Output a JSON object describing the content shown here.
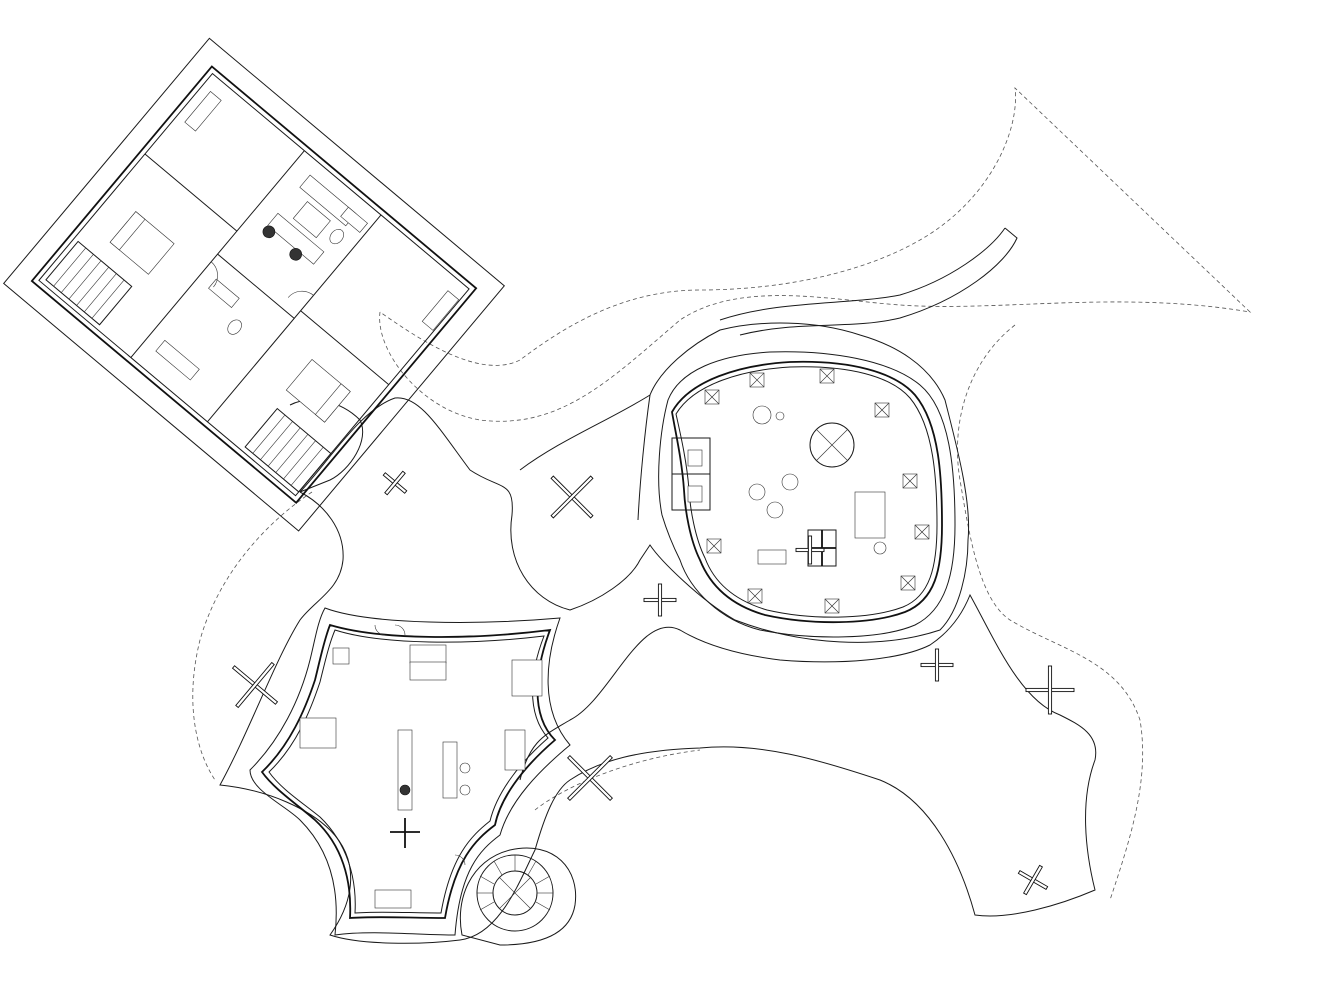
{
  "drawing": {
    "background": "#ffffff",
    "line_color": "#1a1a1a",
    "boundary_style": "dashed",
    "structures": [
      {
        "id": "residence",
        "shape": "rotated-rectangle"
      },
      {
        "id": "pavilion-east",
        "shape": "organic-oval"
      },
      {
        "id": "pavilion-south",
        "shape": "concave-star"
      },
      {
        "id": "spiral-stair",
        "shape": "circle"
      }
    ],
    "columns": [
      {
        "id": "column-1"
      },
      {
        "id": "column-2"
      },
      {
        "id": "column-3"
      },
      {
        "id": "column-4"
      },
      {
        "id": "column-5"
      },
      {
        "id": "column-6"
      },
      {
        "id": "column-7"
      },
      {
        "id": "column-8"
      },
      {
        "id": "column-9"
      }
    ]
  }
}
